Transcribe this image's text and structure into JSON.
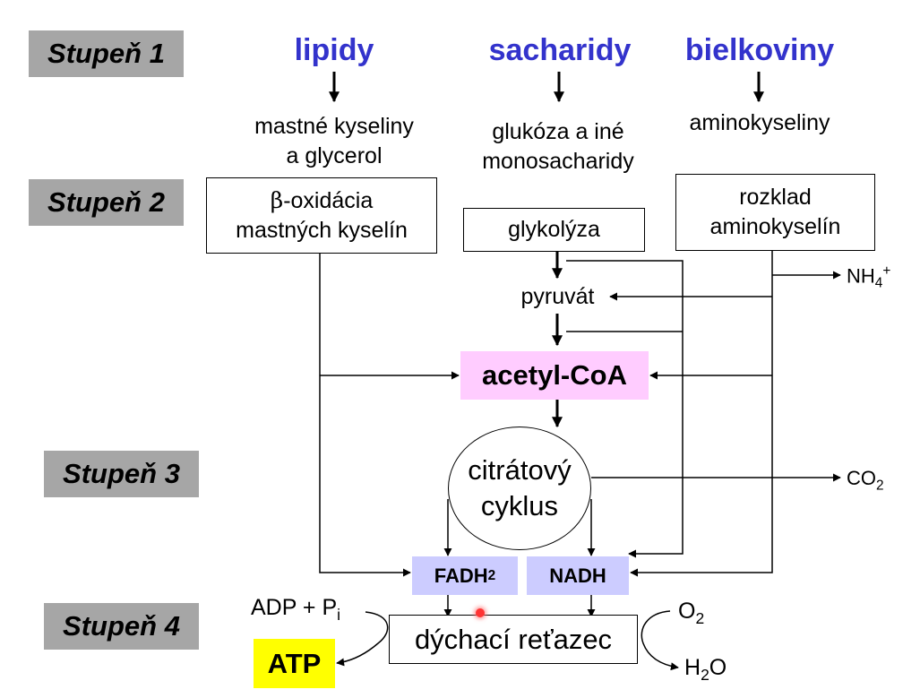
{
  "stages": [
    "Stupeň 1",
    "Stupeň 2",
    "Stupeň 3",
    "Stupeň 4"
  ],
  "categories": {
    "lipids": "lipidy",
    "saccharides": "sacharidy",
    "proteins": "bielkoviny"
  },
  "products": {
    "fatty_acids_line1": "mastné kyseliny",
    "fatty_acids_line2": "a glycerol",
    "glucose_line1": "glukóza a iné",
    "glucose_line2": "monosacharidy",
    "amino_acids": "aminokyseliny"
  },
  "processes": {
    "beta_ox_symbol": "β",
    "beta_ox_line1": "-oxidácia",
    "beta_ox_line2": "mastných kyselín",
    "glycolysis": "glykolýza",
    "aa_breakdown_line1": "rozklad",
    "aa_breakdown_line2": "aminokyselín",
    "pyruvate": "pyruvát",
    "acetyl_coa": "acetyl-CoA",
    "citrate_line1": "citrátový",
    "citrate_line2": "cyklus",
    "fadh": "FADH",
    "fadh_sub": "2",
    "nadh": "NADH",
    "resp_chain": "dýchací reťazec"
  },
  "outputs": {
    "nh4": "NH",
    "nh4_sub": "4",
    "nh4_sup": "+",
    "co2": "CO",
    "co2_sub": "2",
    "adp": "ADP + P",
    "adp_sub": "i",
    "o2": "O",
    "o2_sub": "2",
    "h2o_h": "H",
    "h2o_sub": "2",
    "h2o_o": "O",
    "atp": "ATP"
  },
  "colors": {
    "stage_bg": "#a6a6a6",
    "category": "#3333cc",
    "acetyl_bg": "#ffccff",
    "carrier_bg": "#ccccff",
    "atp_bg": "#ffff00"
  }
}
